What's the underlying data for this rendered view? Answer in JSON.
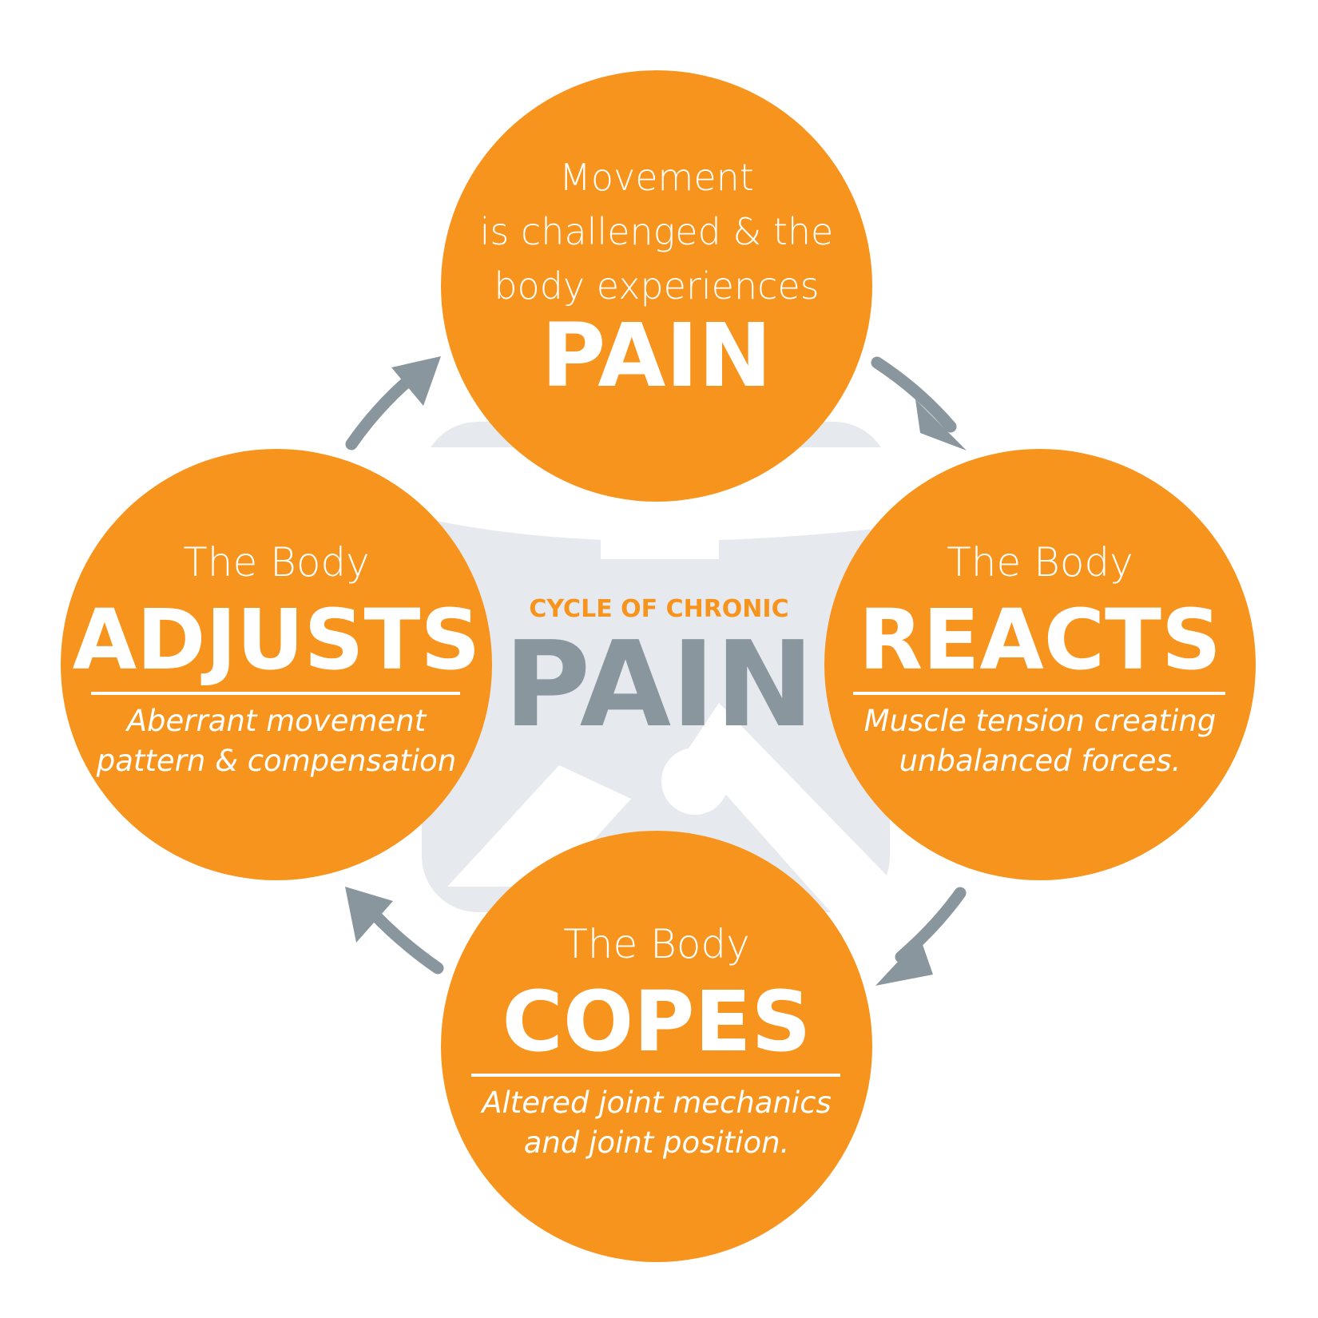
{
  "colors": {
    "orange": "#f7941d",
    "grey": "#8a969e",
    "background_figure": "#e6e9ed",
    "white": "#ffffff"
  },
  "center": {
    "subtitle": "CYCLE OF CHRONIC",
    "title": "PAIN"
  },
  "stages": {
    "top": {
      "intro_lines": [
        "Movement",
        "is challenged & the",
        "body experiences"
      ],
      "key": "PAIN"
    },
    "right": {
      "intro": "The Body",
      "key": "REACTS",
      "desc_lines": [
        "Muscle tension creating",
        "unbalanced forces."
      ]
    },
    "bottom": {
      "intro": "The Body",
      "key": "COPES",
      "desc_lines": [
        "Altered joint mechanics",
        "and joint position."
      ]
    },
    "left": {
      "intro": "The Body",
      "key": "ADJUSTS",
      "desc_lines": [
        "Aberrant movement",
        "pattern & compensation"
      ]
    }
  },
  "cycle_direction": "clockwise"
}
